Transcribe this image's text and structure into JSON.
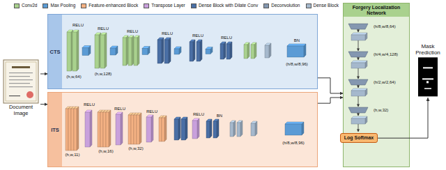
{
  "diagram": {
    "nodes": [
      {
        "text": [
          "Document Image"
        ]
      },
      {
        "text": [
          "CTS"
        ]
      },
      {
        "text": [
          "ITS"
        ]
      },
      {
        "text": [
          "Forgery Localization Network"
        ]
      },
      {
        "text": [
          "Log Softmax"
        ],
        "in": 3
      },
      {
        "text": [
          "Mask Prediction"
        ]
      }
    ],
    "edges": [
      {
        "from": 0,
        "to": 1,
        "arrow": "to"
      },
      {
        "from": 0,
        "to": 2,
        "arrow": "to"
      },
      {
        "from": 1,
        "to": 3,
        "arrow": "to"
      },
      {
        "from": 2,
        "to": 3,
        "arrow": "to"
      },
      {
        "from": 4,
        "to": 5,
        "arrow": "to"
      }
    ],
    "labels": [
      "RELU",
      "(h,w,64)",
      "RELU",
      "(h,w,128)",
      "RELU",
      "RELU",
      "RELU",
      "RELU",
      "BN",
      "(h/8,w/8,96)",
      "(h,w,11)",
      "RELU",
      "(h,w,16)",
      "RELU",
      "(h,w,32)",
      "RELU",
      "RELU",
      "BN",
      "(h/8,w/8,96)",
      "(h/8,w/8,64)",
      "(h/4,w/4,128)",
      "(h/2,w/2,64)",
      "(h,w,32)"
    ],
    "legend": [
      {
        "text": "Conv2d",
        "color": "#a9d18e"
      },
      {
        "text": "Max Pooling",
        "color": "#5b9bd5"
      },
      {
        "text": "Feature-enhanced Block",
        "color": "#f4b183"
      },
      {
        "text": "Transpose Layer",
        "color": "#c9a0dc"
      },
      {
        "text": "Dense Block with Dilate Conv",
        "color": "#4a6fa5"
      },
      {
        "text": "Deconvolution",
        "color": "#8497b0"
      },
      {
        "text": "Dense Block",
        "color": "#a5b8cc"
      }
    ]
  }
}
